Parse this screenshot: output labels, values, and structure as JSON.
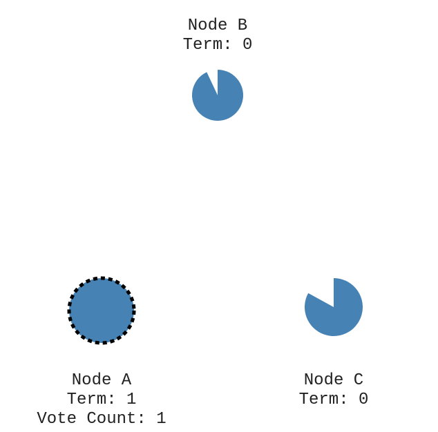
{
  "colors": {
    "node_fill": "#4682b4",
    "candidate_border": "#000000",
    "text": "#222222",
    "background": "#ffffff"
  },
  "nodes": {
    "b": {
      "name": "Node B",
      "term": "Term: 0",
      "state": "follower",
      "timeout_remaining": 0.93
    },
    "a": {
      "name": "Node A",
      "term": "Term: 1",
      "vote_count": "Vote Count: 1",
      "state": "candidate"
    },
    "c": {
      "name": "Node C",
      "term": "Term: 0",
      "state": "follower",
      "timeout_remaining": 0.83
    }
  }
}
